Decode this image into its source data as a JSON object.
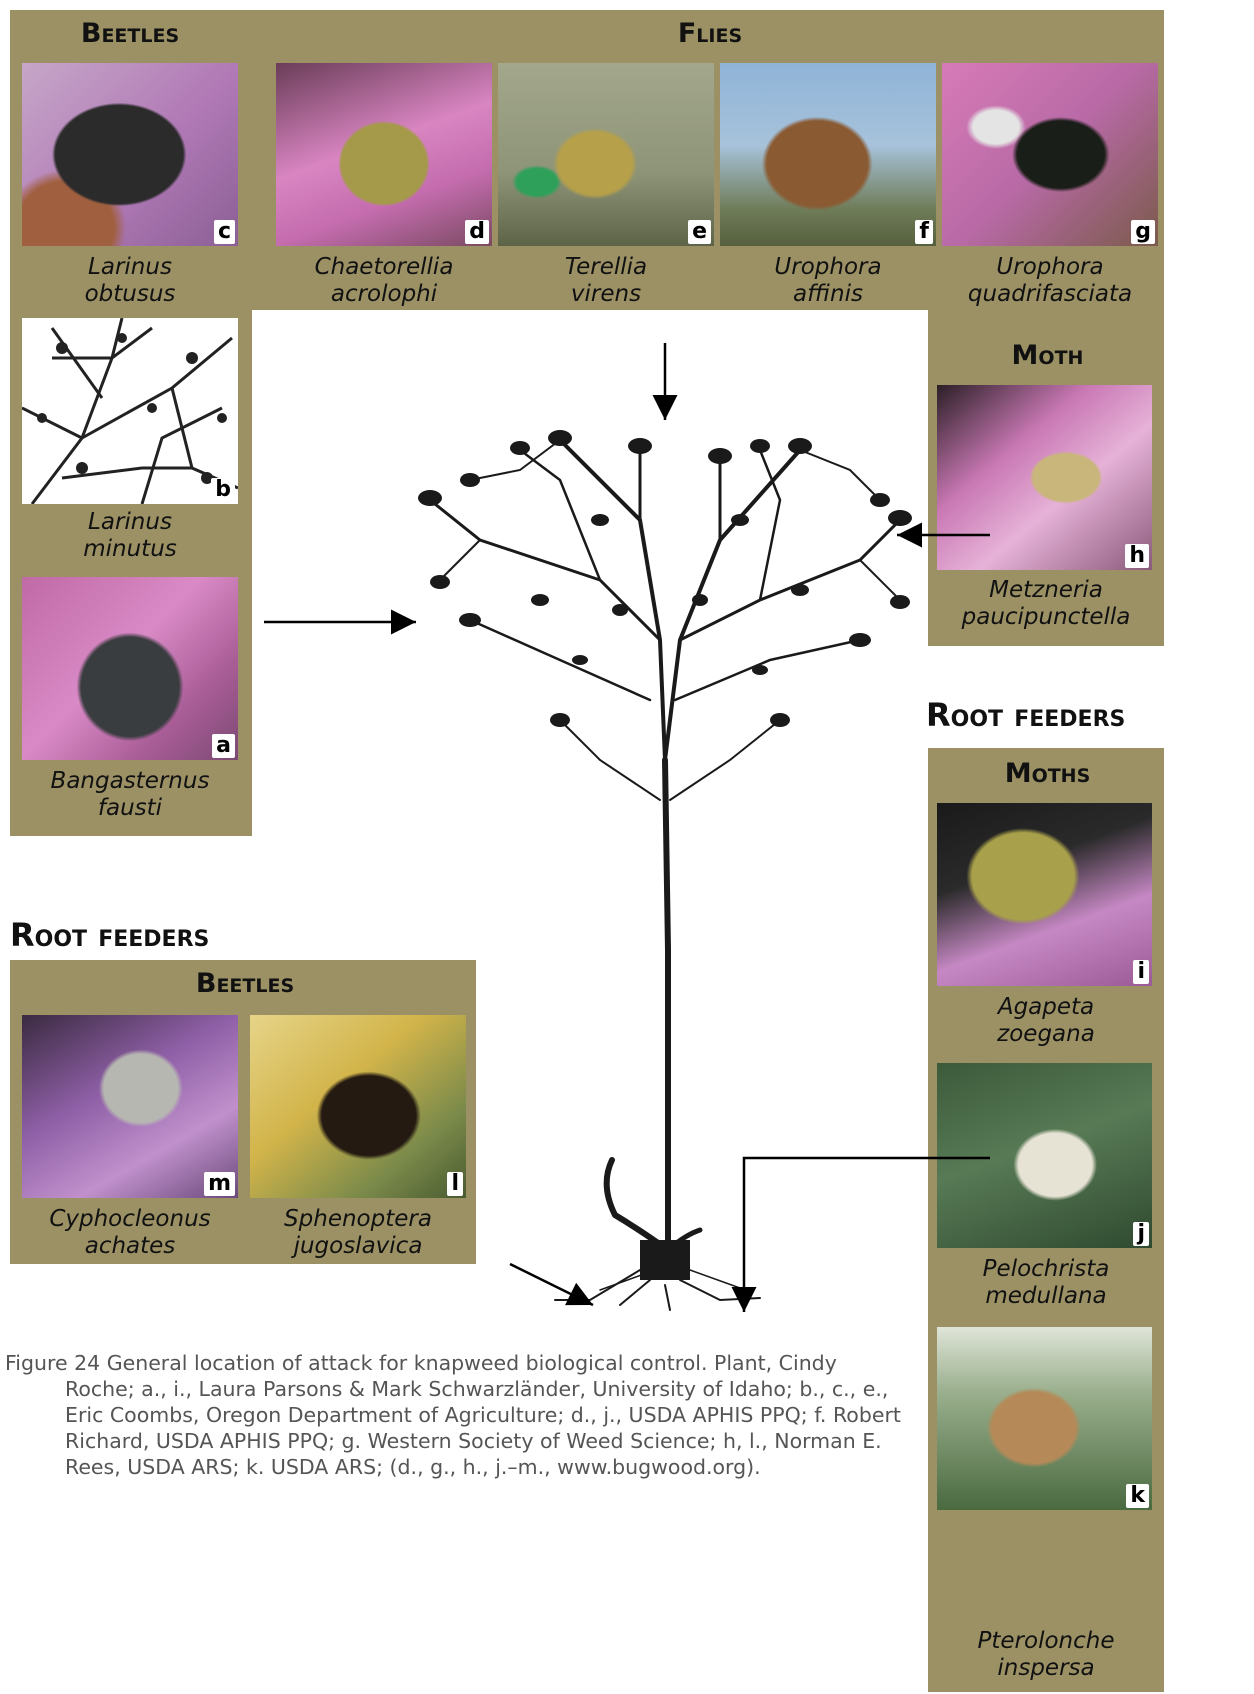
{
  "headings": {
    "beetles_top": "Beetles",
    "flies": "Flies",
    "moth": "Moth",
    "root_feeders_right": "Root feeders",
    "moths_right": "Moths",
    "root_feeders_left": "Root feeders",
    "beetles_bottom": "Beetles"
  },
  "photos": {
    "c": {
      "letter": "c",
      "genus": "Larinus",
      "species": "obtusus"
    },
    "d": {
      "letter": "d",
      "genus": "Chaetorellia",
      "species": "acrolophi"
    },
    "e": {
      "letter": "e",
      "genus": "Terellia",
      "species": "virens"
    },
    "f": {
      "letter": "f",
      "genus": "Urophora",
      "species": "affinis"
    },
    "g": {
      "letter": "g",
      "genus": "Urophora",
      "species": "quadrifasciata"
    },
    "b": {
      "letter": "b",
      "genus": "Larinus",
      "species": "minutus"
    },
    "a": {
      "letter": "a",
      "genus": "Bangasternus",
      "species": "fausti"
    },
    "h": {
      "letter": "h",
      "genus": "Metzneria",
      "species": "paucipunctella"
    },
    "i": {
      "letter": "i",
      "genus": "Agapeta",
      "species": "zoegana"
    },
    "j": {
      "letter": "j",
      "genus": "Pelochrista",
      "species": "medullana"
    },
    "k": {
      "letter": "k",
      "genus": "Pterolonche",
      "species": "inspersa"
    },
    "m": {
      "letter": "m",
      "genus": "Cyphocleonus",
      "species": "achates"
    },
    "l": {
      "letter": "l",
      "genus": "Sphenoptera",
      "species": "jugoslavica"
    }
  },
  "caption": "Figure 24  General location of attack for knapweed biological control. Plant, Cindy Roche; a., i., Laura Parsons & Mark Schwarzländer, University of Idaho; b., c., e., Eric Coombs, Oregon Department of Agriculture; d., j., USDA APHIS PPQ; f. Robert Richard, USDA APHIS PPQ;  g. Western Society of Weed Science;  h, l., Norman E. Rees, USDA ARS; k. USDA ARS; (d., g., h., j.–m., www.bugwood.org).",
  "colors": {
    "panel": "#9b9165",
    "text": "#111111",
    "caption": "#555555"
  }
}
